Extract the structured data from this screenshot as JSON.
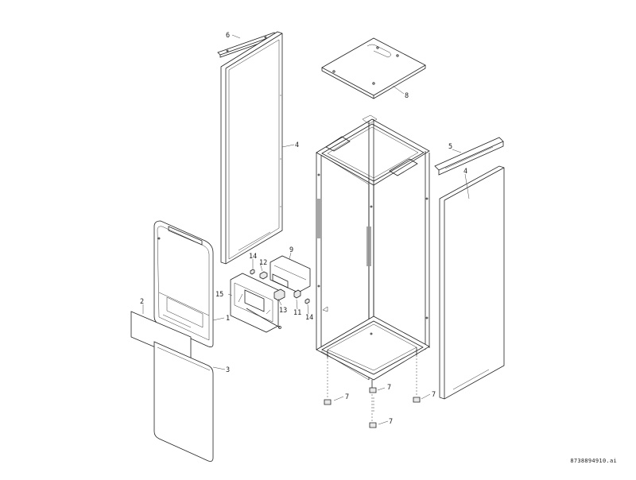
{
  "drawing_ref": "8738894910.ai",
  "callouts": {
    "c1": "1",
    "c2": "2",
    "c3": "3",
    "c4a": "4",
    "c4b": "4",
    "c5": "5",
    "c6": "6",
    "c7a": "7",
    "c7b": "7",
    "c7c": "7",
    "c7d": "7",
    "c8": "8",
    "c9": "9",
    "c11": "11",
    "c12": "12",
    "c13": "13",
    "c14a": "14",
    "c14b": "14",
    "c15": "15"
  }
}
